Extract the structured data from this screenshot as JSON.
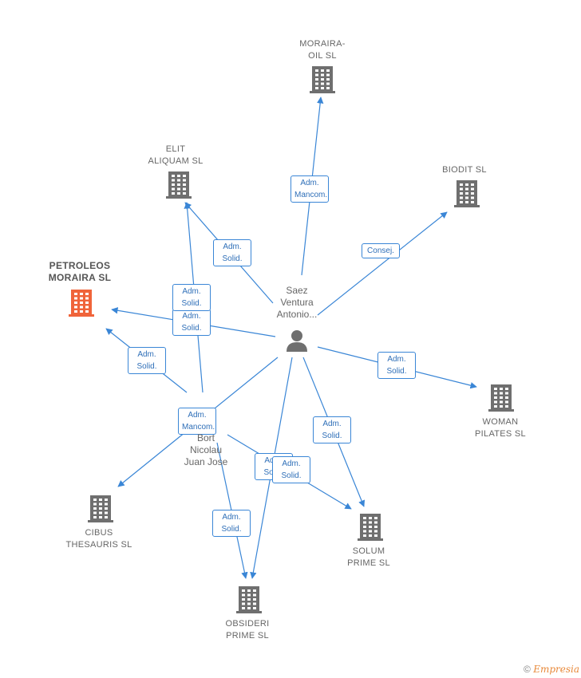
{
  "companies": [
    {
      "id": "moraira-oil",
      "name": "MORAIRA-\nOIL SL",
      "highlight": false
    },
    {
      "id": "elit",
      "name": "ELIT\nALIQUAM SL",
      "highlight": false
    },
    {
      "id": "biodit",
      "name": "BIODIT SL",
      "highlight": false
    },
    {
      "id": "petroleos",
      "name": "PETROLEOS\nMORAIRA SL",
      "highlight": true
    },
    {
      "id": "woman",
      "name": "WOMAN\nPILATES SL",
      "highlight": false
    },
    {
      "id": "cibus",
      "name": "CIBUS\nTHESAURIS SL",
      "highlight": false
    },
    {
      "id": "solum",
      "name": "SOLUM\nPRIME SL",
      "highlight": false
    },
    {
      "id": "obsideri",
      "name": "OBSIDERI\nPRIME SL",
      "highlight": false
    }
  ],
  "persons": [
    {
      "id": "saez",
      "name": "Saez\nVentura\nAntonio..."
    },
    {
      "id": "bort",
      "name": "Bort\nNicolau\nJuan Jose"
    }
  ],
  "relations": [
    {
      "from": "saez",
      "to": "moraira-oil",
      "label": "Adm.\nMancom."
    },
    {
      "from": "saez",
      "to": "elit",
      "label": "Adm.\nSolid."
    },
    {
      "from": "saez",
      "to": "biodit",
      "label": "Consej."
    },
    {
      "from": "saez",
      "to": "petroleos",
      "label": "Adm.\nSolid."
    },
    {
      "from": "saez",
      "to": "woman",
      "label": "Adm.\nSolid."
    },
    {
      "from": "saez",
      "to": "solum",
      "label": "Adm.\nSolid."
    },
    {
      "from": "saez",
      "to": "obsideri",
      "label": "Adm.\nSolid."
    },
    {
      "from": "saez",
      "to": "cibus",
      "label": "Adm.\nMancom."
    },
    {
      "from": "bort",
      "to": "elit",
      "label": "Adm.\nSolid."
    },
    {
      "from": "bort",
      "to": "petroleos",
      "label": "Adm.\nSolid."
    },
    {
      "from": "bort",
      "to": "solum",
      "label": "Adm.\nSolid."
    },
    {
      "from": "bort",
      "to": "obsideri",
      "label": "Adm.\nSolid."
    }
  ],
  "footer": {
    "copyright": "©",
    "brand": "Empresia"
  },
  "colors": {
    "edge": "#3a86d6",
    "building": "#6f6f6f",
    "highlight": "#f0643a",
    "person": "#6f6f6f"
  }
}
